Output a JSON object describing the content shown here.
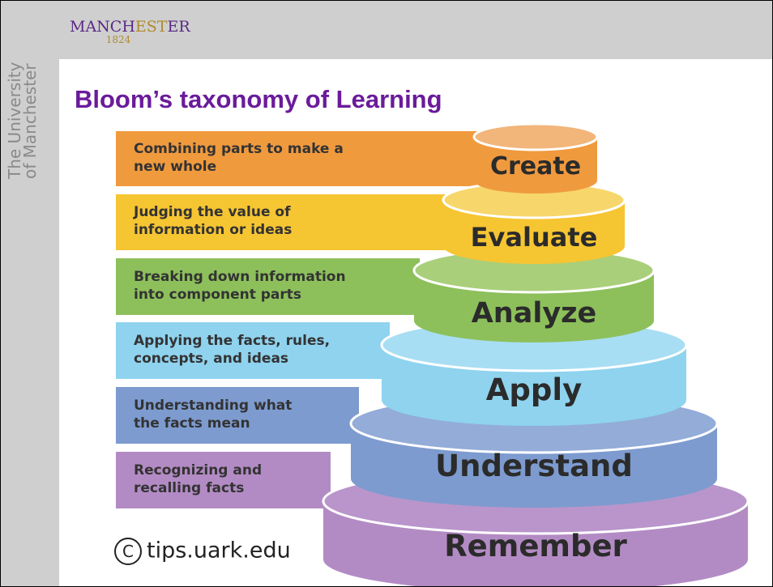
{
  "logo": {
    "word_prefix": "MANCH",
    "word_accent": "EST",
    "word_suffix": "ER",
    "year": "1824"
  },
  "sidebar_text": [
    "The University",
    "of Manchester"
  ],
  "title": "Bloom’s taxonomy of Learning",
  "tiers": [
    {
      "level": "Create",
      "description_line1": "Combining parts to make a",
      "description_line2": "new whole",
      "band_color": "#f09a3e",
      "cake_color": "#f2b57a"
    },
    {
      "level": "Evaluate",
      "description_line1": "Judging the value of",
      "description_line2": "information or ideas",
      "band_color": "#f6c532",
      "cake_color": "#f7d66b"
    },
    {
      "level": "Analyze",
      "description_line1": "Breaking down information",
      "description_line2": "into component parts",
      "band_color": "#8dc05b",
      "cake_color": "#a9cf7a"
    },
    {
      "level": "Apply",
      "description_line1": "Applying the facts, rules,",
      "description_line2": "concepts, and ideas",
      "band_color": "#8fd3ef",
      "cake_color": "#a8def3"
    },
    {
      "level": "Understand",
      "description_line1": "Understanding what",
      "description_line2": "the facts mean",
      "band_color": "#7d9bcf",
      "cake_color": "#93acd8"
    },
    {
      "level": "Remember",
      "description_line1": "Recognizing and",
      "description_line2": "recalling facts",
      "band_color": "#b38bc4",
      "cake_color": "#b995cb"
    }
  ],
  "credit": {
    "symbol": "C",
    "text": "tips.uark.edu"
  }
}
